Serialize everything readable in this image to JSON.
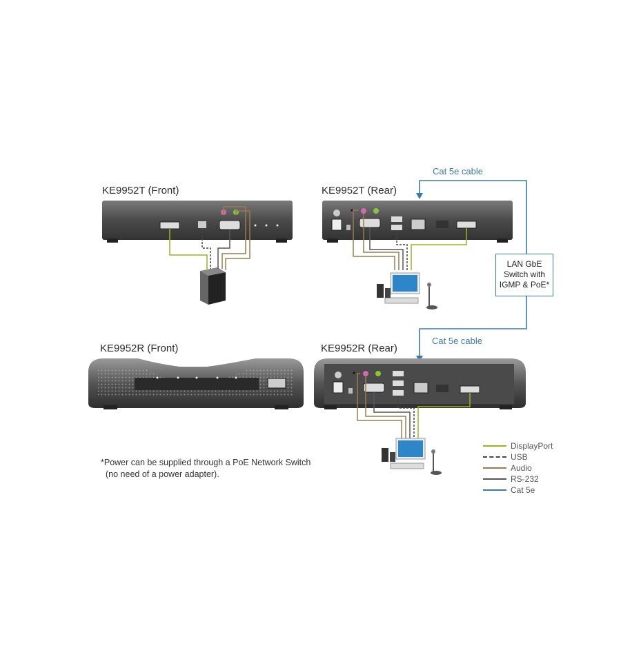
{
  "labels": {
    "tx_front": "KE9952T (Front)",
    "tx_rear": "KE9952T (Rear)",
    "rx_front": "KE9952R (Front)",
    "rx_rear": "KE9952R (Rear)",
    "cable_top": "Cat 5e cable",
    "cable_bottom": "Cat 5e cable"
  },
  "switch_box": {
    "line1": "LAN GbE",
    "line2": "Switch with",
    "line3": "IGMP & PoE*"
  },
  "note": {
    "line1": "*Power can be supplied through a PoE Network Switch",
    "line2": "(no need of a power adapter)."
  },
  "legend": [
    {
      "label": "DisplayPort",
      "color": "#9bb31f",
      "style": "solid"
    },
    {
      "label": "USB",
      "color": "#444444",
      "style": "dashed"
    },
    {
      "label": "Audio",
      "color": "#9a7b4f",
      "style": "solid"
    },
    {
      "label": "RS-232",
      "color": "#555555",
      "style": "solid"
    },
    {
      "label": "Cat 5e",
      "color": "#3a7ba7",
      "style": "solid"
    }
  ],
  "colors": {
    "device_body": "#5a5a5a",
    "cat5e": "#3a7ba7",
    "displayport": "#9bb31f",
    "audio": "#9a7b4f"
  }
}
